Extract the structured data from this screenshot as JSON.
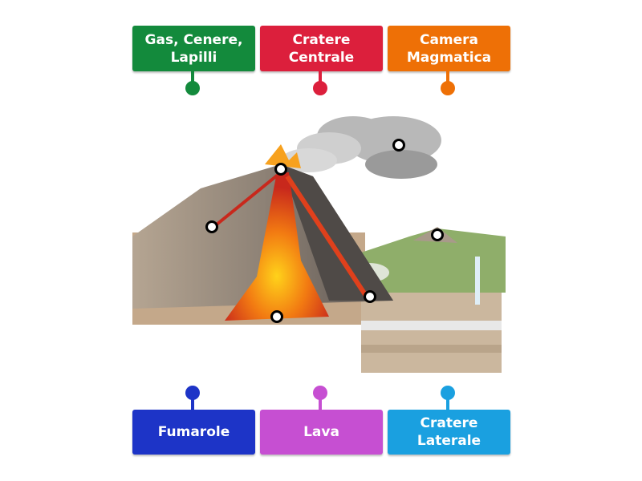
{
  "labels_top": [
    {
      "text_line1": "Gas, Cenere,",
      "text_line2": "Lapilli",
      "color": "#138a3c"
    },
    {
      "text_line1": "Cratere",
      "text_line2": "Centrale",
      "color": "#dc1f3c"
    },
    {
      "text_line1": "Camera",
      "text_line2": "Magmatica",
      "color": "#ee7006"
    }
  ],
  "labels_bottom": [
    {
      "text_line1": "Fumarole",
      "text_line2": "",
      "color": "#1d34c7"
    },
    {
      "text_line1": "Lava",
      "text_line2": "",
      "color": "#c64fd2"
    },
    {
      "text_line1": "Cratere",
      "text_line2": "Laterale",
      "color": "#1aa0e0"
    }
  ]
}
